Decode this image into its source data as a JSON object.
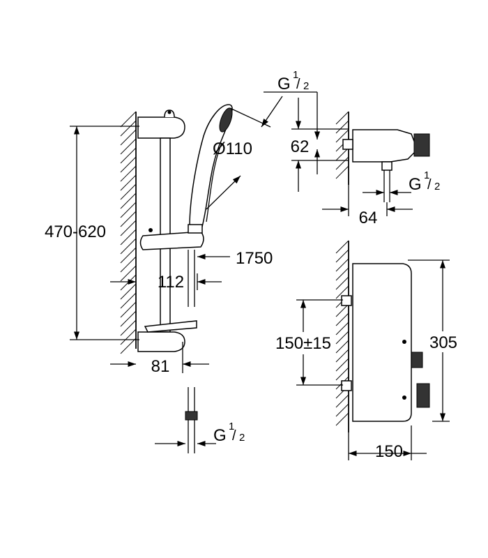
{
  "labels": {
    "spray_diameter": "Ø110",
    "rail_height": "470-620",
    "hose_length": "1750",
    "rail_offset": "112",
    "wall_to_rail": "81",
    "thread_prefix": "G",
    "thread_numerator": "1",
    "thread_denominator": "2",
    "thermostat_inlet_height": "62",
    "thermostat_outlet_depth": "64",
    "inlet_spacing": "150±15",
    "thermostat_height": "305",
    "thermostat_width": "150"
  }
}
